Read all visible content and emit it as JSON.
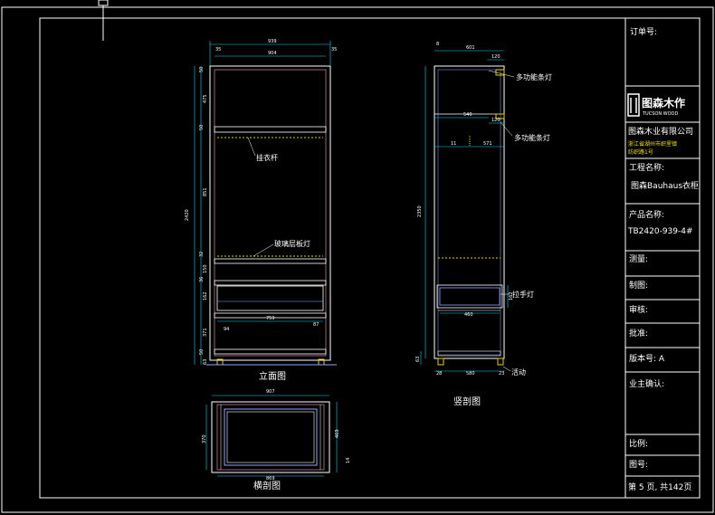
{
  "title_block": {
    "order_no": "订单号:",
    "logo_cn": "图森木作",
    "logo_en": "TUCSON WOOD",
    "company": "图森木业有限公司",
    "address_line1": "浙江省湖州市织里镇",
    "address_line2": "纺织路1号",
    "project_label": "工程名称:",
    "project_value": "图森Bauhaus衣柜",
    "product_label": "产品名称:",
    "product_value": "TB2420-939-4#",
    "measure": "测量:",
    "draw": "制图:",
    "review": "审核:",
    "approve": "批准:",
    "version": "版本号: A",
    "owner_confirm": "业主确认:",
    "scale": "比例:",
    "drawing_no": "图号:",
    "page": "第 5 页, 共142页"
  },
  "views": {
    "elevation_title": "立面图",
    "section_title": "竖剖图",
    "plan_title": "横剖图"
  },
  "annotations": {
    "hanging_rod": "挂衣杆",
    "glass_shelf_light": "玻璃层板灯",
    "multi_light_1": "多功能条灯",
    "multi_light_2": "多功能条灯",
    "pull_handle": "拉手灯",
    "adjustable_foot": "活动"
  },
  "dims": {
    "e_top_total": "939",
    "e_top_inner": "904",
    "e_top_left": "35",
    "e_top_right": "35",
    "e_left_total": "2420",
    "e_left_1": "50",
    "e_left_2": "475",
    "e_left_3": "50",
    "e_left_4": "851",
    "e_left_5": "32",
    "e_left_6": "150",
    "e_left_7": "36",
    "e_left_8": "162",
    "e_left_9": "371",
    "e_left_10": "50",
    "e_left_11": "63",
    "e_mid_width": "759",
    "e_mid_left": "94",
    "e_mid_right": "87",
    "s_top_total": "601",
    "s_top_left": "8",
    "s_top_inner": "120",
    "s_mid_depth": "540",
    "s_mid_right": "120",
    "s_mid_a": "11",
    "s_mid_b": "571",
    "s_left_total": "2350",
    "s_drawer_h": "162",
    "s_drawer_w": "460",
    "s_bottom_a": "63",
    "s_bottom_total": "580",
    "s_bottom_c": "28",
    "s_bottom_b": "23",
    "p_top": "907",
    "p_bottom": "869",
    "p_left": "370",
    "p_right": "469",
    "p_corner": "14"
  },
  "colors": {
    "background": "#000000",
    "lines": "#ffffff",
    "dimension": "#00e0ff",
    "accent_yellow": "#e6d200",
    "panel_pink": "#ff9ecf",
    "panel_blue": "#8fa6ff"
  }
}
